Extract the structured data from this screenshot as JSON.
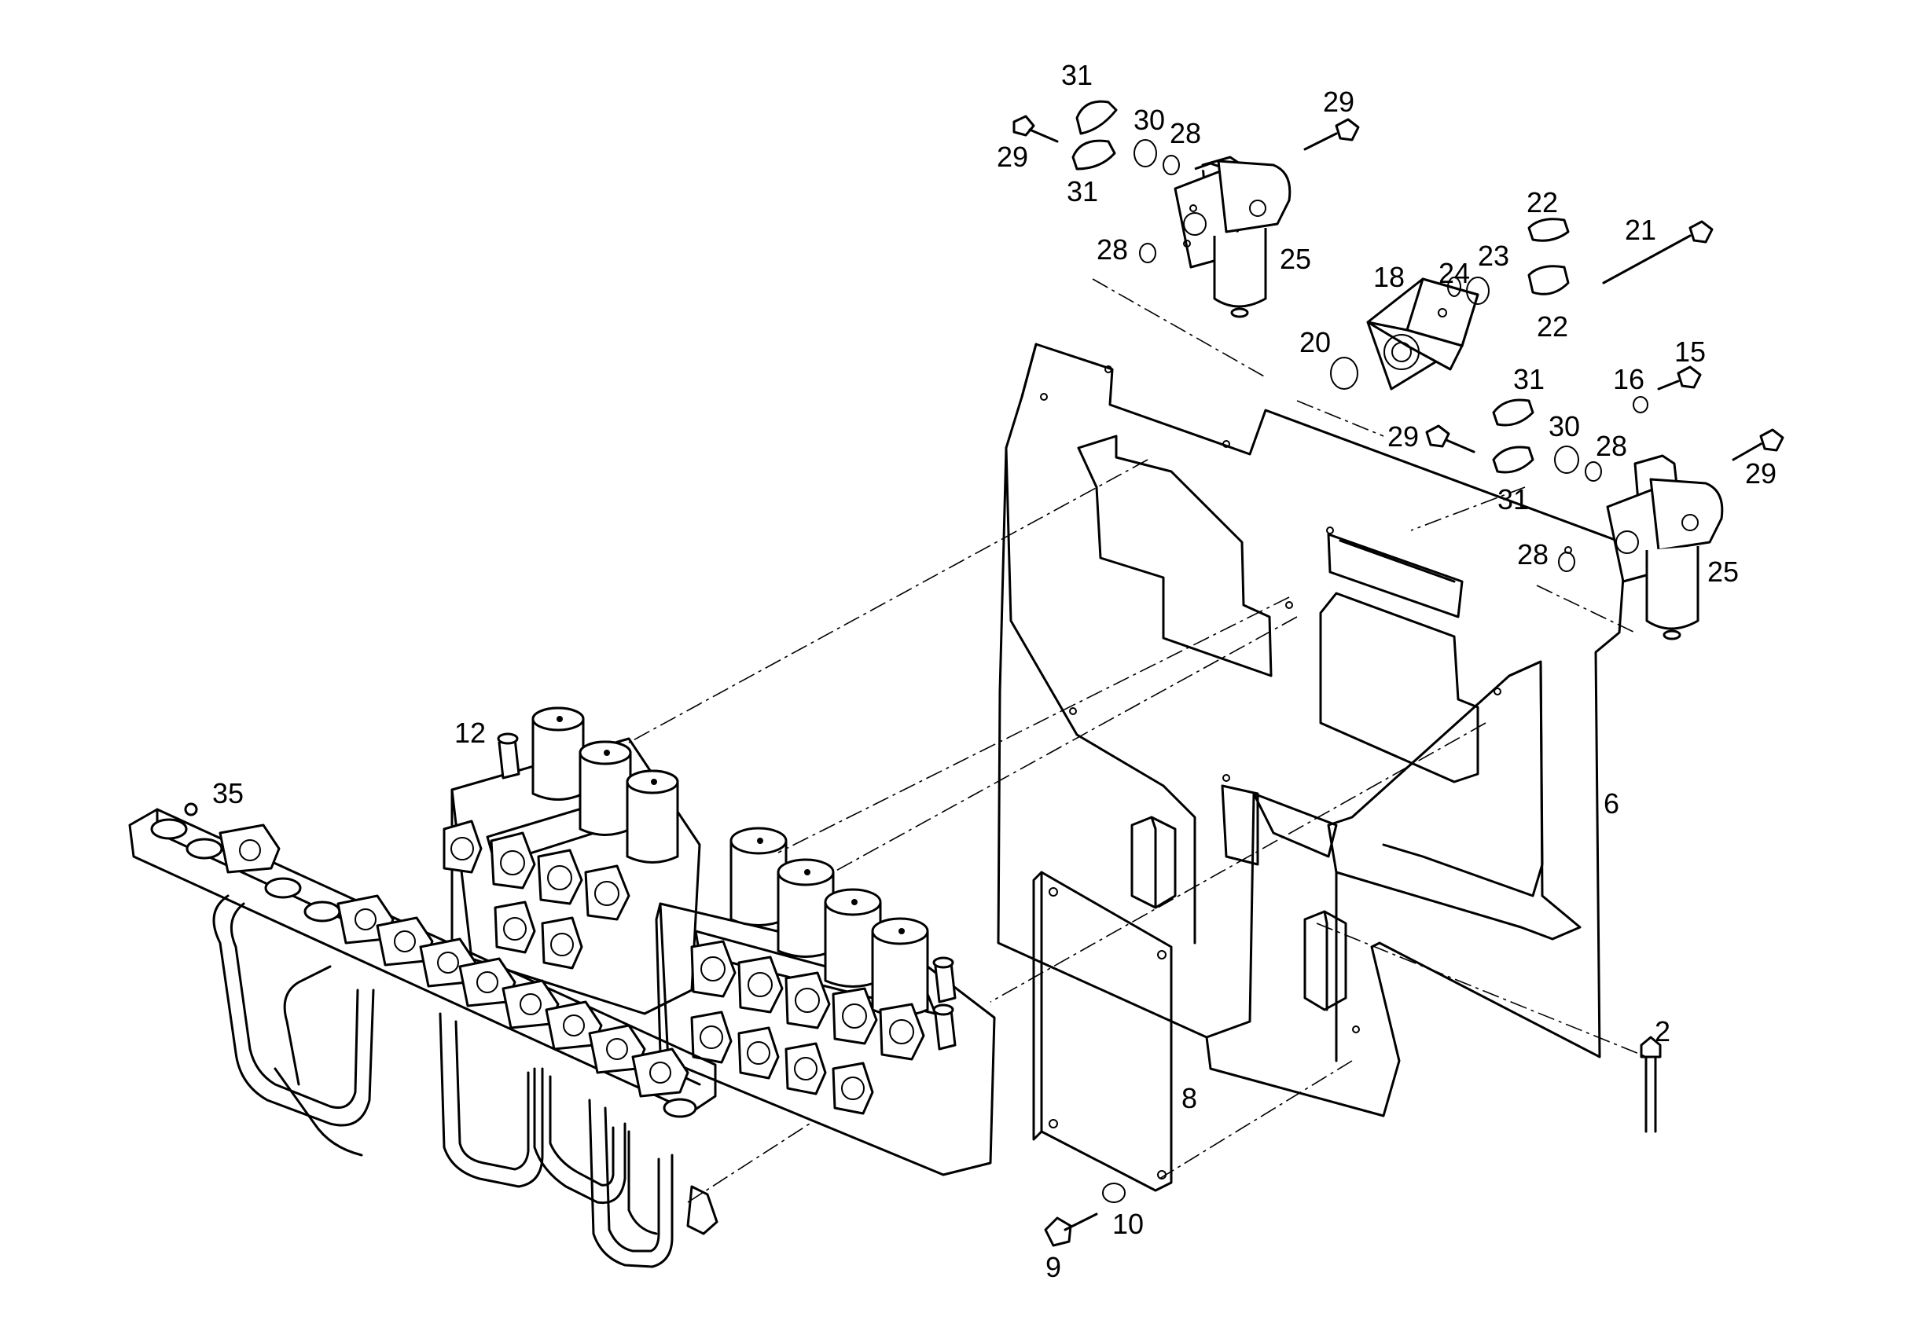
{
  "callouts": [
    "31",
    "29",
    "30",
    "28",
    "29",
    "31",
    "28",
    "25",
    "22",
    "21",
    "18",
    "24",
    "23",
    "22",
    "20",
    "31",
    "16",
    "15",
    "29",
    "30",
    "28",
    "29",
    "31",
    "28",
    "25",
    "12",
    "35",
    "6",
    "2",
    "8",
    "10",
    "9"
  ]
}
